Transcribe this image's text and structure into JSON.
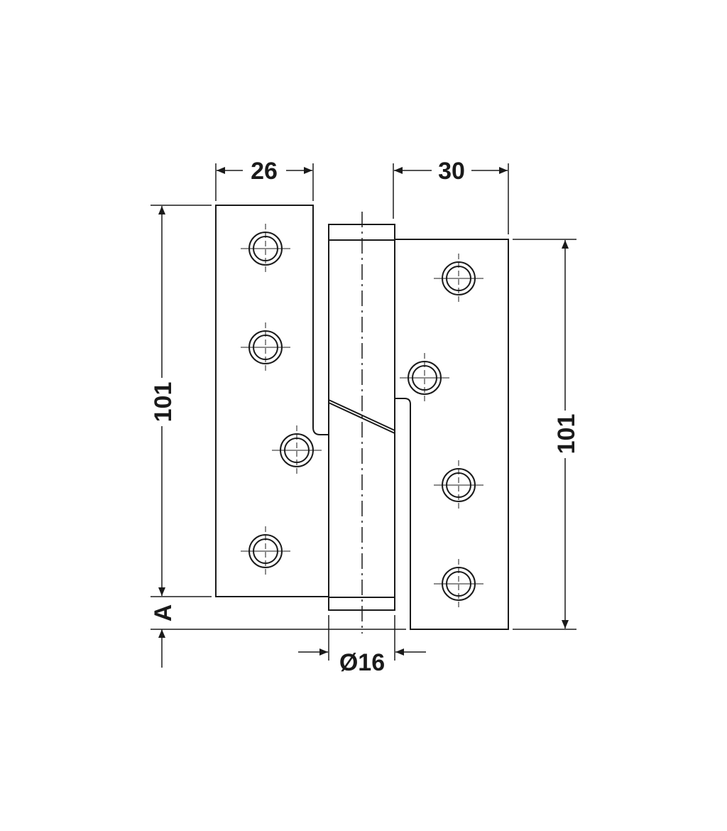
{
  "dimensions": {
    "left_leaf_width": "26",
    "right_leaf_width": "30",
    "left_height": "101",
    "right_height": "101",
    "offset": "A",
    "knuckle_diameter": "Ø16"
  },
  "colors": {
    "background": "#ffffff",
    "line": "#1a1a1a"
  }
}
